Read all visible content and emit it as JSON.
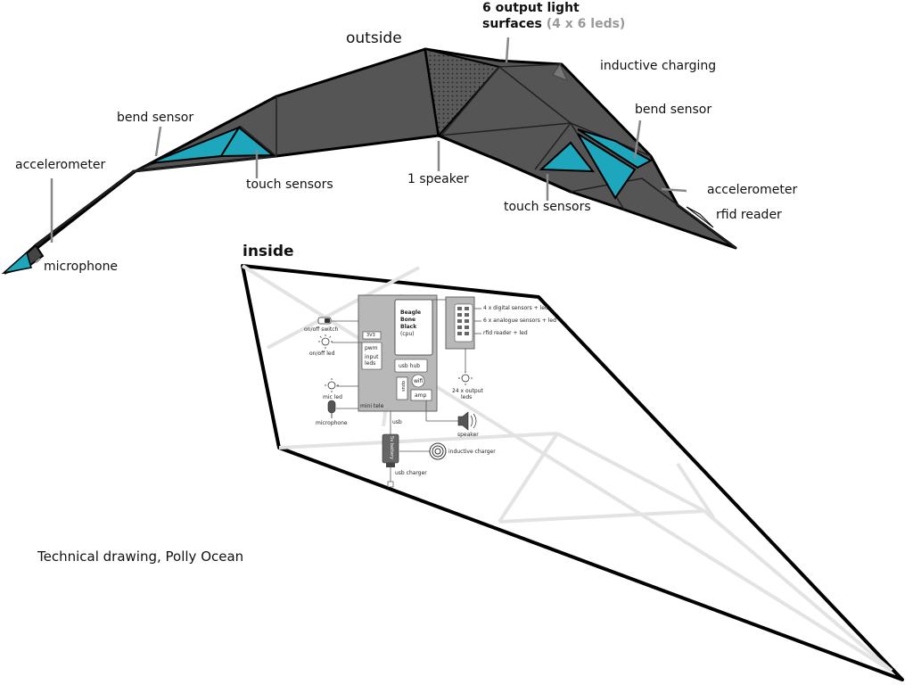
{
  "outside": {
    "title": "outside",
    "light_surfaces_main": "6 output light",
    "light_surfaces_sub": "surfaces",
    "light_surfaces_detail": "(4 x 6 leds)",
    "inductive_charging": "inductive charging",
    "bend_sensor_left": "bend sensor",
    "bend_sensor_right": "bend sensor",
    "accelerometer_left": "accelerometer",
    "accelerometer_right": "accelerometer",
    "touch_sensors_left": "touch sensors",
    "touch_sensors_right": "touch sensors",
    "speaker": "1 speaker",
    "rfid_reader": "rfid reader",
    "microphone": "microphone"
  },
  "inside": {
    "title": "inside",
    "cpu_l1": "Beagle",
    "cpu_l2": "Bone",
    "cpu_l3": "Black",
    "cpu_l4": "(cpu)",
    "pwm": "pwm",
    "input_leds_l1": "input",
    "input_leds_l2": "leds",
    "volt": "3V3",
    "usb_hub": "usb hub",
    "wifi": "wifi",
    "opus": "opus",
    "amp": "amp",
    "mini_tele": "mini tele",
    "on_off_switch": "on/off switch",
    "on_off_led": "on/off led",
    "mic_led": "mic led",
    "microphone": "microphone",
    "digital_sensors": "4 x digital sensors + led",
    "analogue_sensors": "6 x analogue sensors + led",
    "rfid_reader": "rfid reader + led",
    "output_leds_l1": "24 x output",
    "output_leds_l2": "leds",
    "speaker": "speaker",
    "usb": "usb",
    "battery": "5v battery",
    "inductive_charger": "inductive charger",
    "usb_charger": "usb charger"
  },
  "caption": "Technical drawing, Polly Ocean",
  "colors": {
    "panel_dark": "#555555",
    "accent_teal": "#1ea6bd",
    "outline": "#000000",
    "board_gray": "#b8b8b8"
  }
}
